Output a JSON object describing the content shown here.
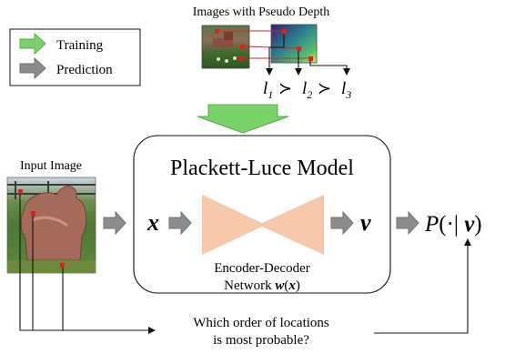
{
  "title_images": "Images with Pseudo Depth",
  "legend": {
    "training": "Training",
    "prediction": "Prediction",
    "training_color": "#7ad36a",
    "prediction_color": "#8c8c8c"
  },
  "ordering": {
    "l1": "l",
    "s1": "1",
    "l2": "l",
    "s2": "2",
    "l3": "l",
    "s3": "3",
    "gt": "≻"
  },
  "input_label": "Input Image",
  "model_title": "Plackett-Luce Model",
  "x_symbol": "x",
  "v_symbol": "v",
  "encoder_line1": "Encoder-Decoder",
  "encoder_line2_prefix": "Network ",
  "encoder_w": "w",
  "encoder_paren_open": "(",
  "encoder_x": "x",
  "encoder_paren_close": ")",
  "prob_P": "P",
  "prob_mid": "(·| ",
  "prob_v": "v",
  "prob_close": ")",
  "question_line1": "Which order of locations",
  "question_line2": "is most probable?",
  "colors": {
    "bowtie": "#f6c7a8",
    "point": "#e02020",
    "arrow_gray": "#8c8c8c",
    "arrow_green": "#7ad36a"
  }
}
